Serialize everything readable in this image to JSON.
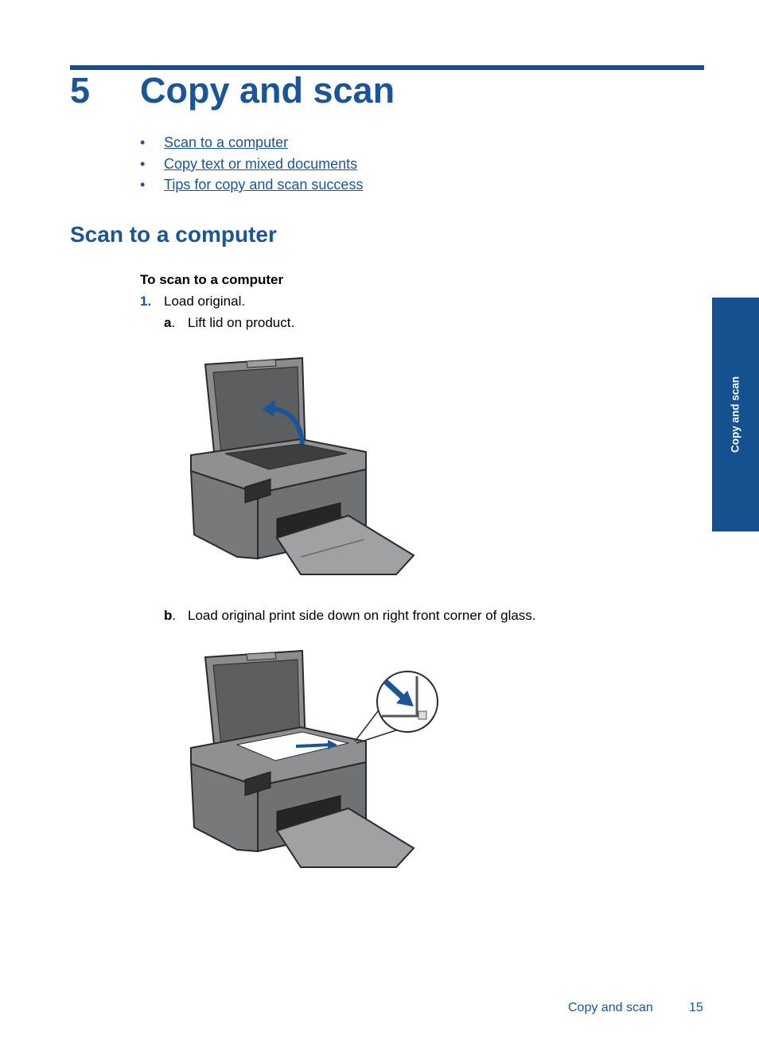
{
  "chapter": {
    "number": "5",
    "title": "Copy and scan"
  },
  "toc": [
    {
      "label": "Scan to a computer"
    },
    {
      "label": "Copy text or mixed documents"
    },
    {
      "label": "Tips for copy and scan success"
    }
  ],
  "section": {
    "title": "Scan to a computer"
  },
  "procedure": {
    "title": "To scan to a computer",
    "step1": {
      "number": "1.",
      "text": "Load original."
    },
    "sub_a": {
      "letter": "a",
      "text": "Lift lid on product."
    },
    "sub_b": {
      "letter": "b",
      "text": "Load original print side down on right front corner of glass."
    }
  },
  "sidetab": {
    "label": "Copy and scan"
  },
  "footer": {
    "label": "Copy and scan",
    "page": "15"
  },
  "colors": {
    "accent": "#1a5597",
    "tab": "#15508f",
    "printer_body": "#77797b"
  }
}
